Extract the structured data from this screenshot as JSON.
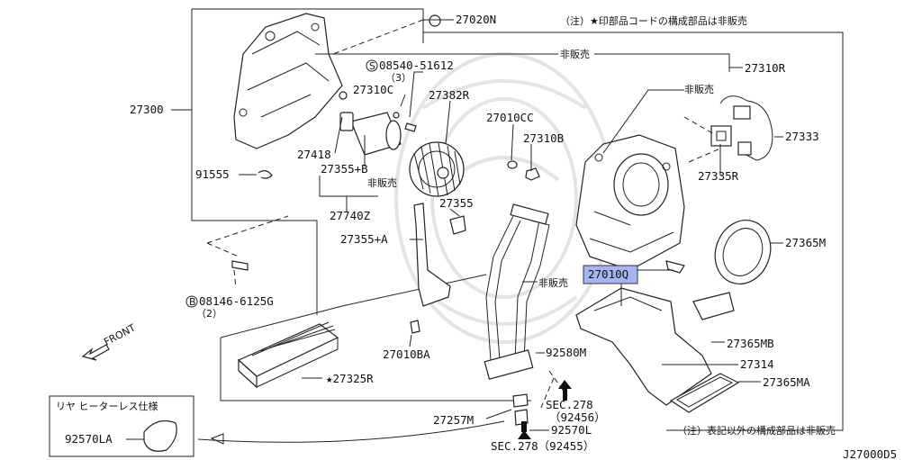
{
  "notes": {
    "top": "（注）★印部品コードの構成部品は非販売",
    "bottom": "（注）表記以外の構成部品は非販売"
  },
  "inset": {
    "title": "リヤ ヒーターレス仕様",
    "part": "92570LA"
  },
  "front_label": "FRONT",
  "figure_code": "J27000D5",
  "highlight_color": "#a8b4f0",
  "labels": {
    "p27020N": "27020N",
    "hanbai_top": "非販売",
    "p27310R": "27310R",
    "hanbai_27310R": "非販売",
    "s08540": "08540-51612",
    "s08540_qty": "（3）",
    "p27310C": "27310C",
    "p27382R": "27382R",
    "p27300": "27300",
    "p27010CC": "27010CC",
    "p27310B": "27310B",
    "p27333": "27333",
    "p27418": "27418",
    "p27355B": "27355+B",
    "hanbai_27355B": "非販売",
    "p91555": "91555",
    "p27335R": "27335R",
    "p27355": "27355",
    "p27740Z": "27740Z",
    "p27355A": "27355+A",
    "p27365M": "27365M",
    "p27010Q": "27010Q",
    "b08146": "08146-6125G",
    "b08146_qty": "（2）",
    "hanbai_pipe": "非販売",
    "p27365MB": "27365MB",
    "p27010BA": "27010BA",
    "p92580M": "92580M",
    "p27314": "27314",
    "p27325R": "★27325R",
    "p27365MA": "27365MA",
    "sec278_92456": "SEC.278",
    "sec278_92456_sub": "（92456）",
    "p27257M": "27257M",
    "p92570L": "92570L",
    "sec278_92455": "SEC.278（92455）",
    "circle_s": "S",
    "circle_b": "B"
  }
}
